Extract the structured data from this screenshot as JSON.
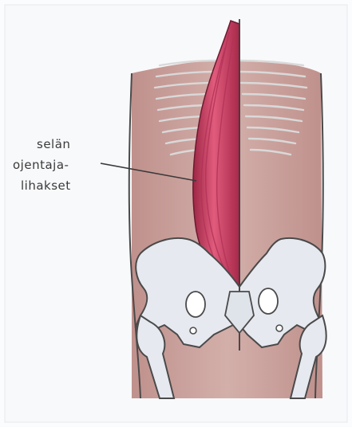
{
  "illustration": {
    "label_lines": [
      "selän",
      "ojentaja-",
      "lihakset"
    ],
    "colors": {
      "paper": "#fbfcfd",
      "skin": "#c79a93",
      "skin_dark": "#a86f68",
      "muscle": "#d64a6e",
      "muscle_dark": "#a8294b",
      "bone": "#e6e9ef",
      "outline": "#4a4a4a"
    }
  }
}
